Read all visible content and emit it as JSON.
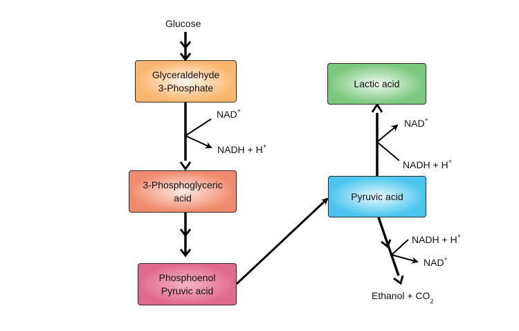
{
  "labels": {
    "glucose": "Glucose",
    "nad_1": "NAD",
    "nadh_1": "NADH + H",
    "nad_2": "NAD",
    "nadh_2": "NADH + H",
    "nadh_3": "NADH + H",
    "nad_3": "NAD",
    "ethanol": "Ethanol + CO",
    "plus": "+",
    "two": "2"
  },
  "nodes": {
    "g3p": {
      "line1": "Glyceraldehyde",
      "line2": "3-Phosphate",
      "color": "#f9b66e"
    },
    "pga": {
      "line1": "3-Phosphoglyceric",
      "line2": "acid",
      "color": "#f08a6c"
    },
    "pep": {
      "line1": "Phosphoenol",
      "line2": "Pyruvic acid",
      "color": "#e06a8e"
    },
    "pyruvic": {
      "line1": "Pyruvic acid",
      "color": "#4cc6ef"
    },
    "lactic": {
      "line1": "Lactic acid",
      "color": "#7bc77d"
    }
  },
  "colors": {
    "arrow": "#000000",
    "border": "#2b2b2b"
  }
}
